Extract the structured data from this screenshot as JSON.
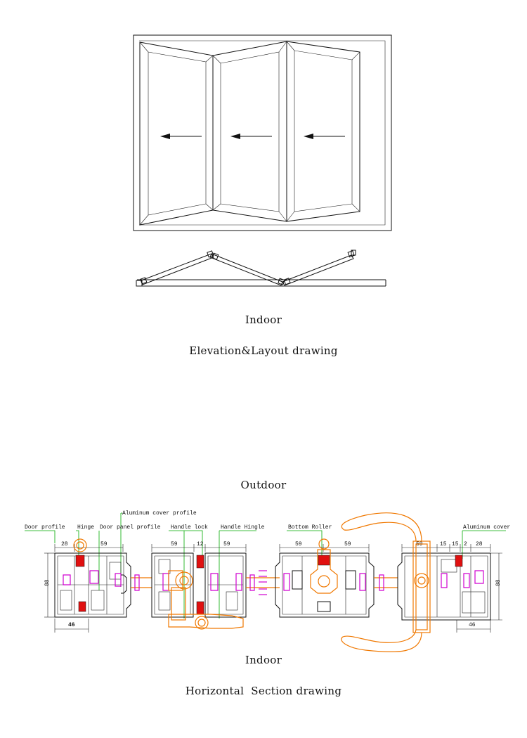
{
  "captions": {
    "indoor_top": "Indoor",
    "elevation_title": "Elevation&Layout drawing",
    "outdoor": "Outdoor",
    "indoor_bottom": "Indoor",
    "section_title": "Horizontal  Section drawing"
  },
  "callouts": {
    "aluminum_cover_profile": "Aluminum cover profile",
    "door_profile": "Door profile",
    "hinge": "Hinge",
    "door_panel_profile": "Door panel profile",
    "handle_lock": "Handle lock",
    "handle_hinge": "Handle Hingle",
    "bottom_roller": "Bottom Roller",
    "aluminum_cover": "Aluminum cover"
  },
  "dimensions": {
    "left_28": "28",
    "left_59": "59",
    "left_88": "88",
    "left_46": "46",
    "mid1_59a": "59",
    "mid1_12": "12",
    "mid1_59b": "59",
    "mid2_59a": "59",
    "mid2_59b": "59",
    "right_59": "59",
    "right_15a": "15",
    "right_15b": "15",
    "right_2": "2",
    "right_28": "28",
    "right_88": "88",
    "right_46": "46"
  },
  "colors": {
    "line": "#111111",
    "leader": "#00aa00",
    "hardware": "#f07800",
    "gasket": "#d000d0",
    "roller": "#e01010"
  }
}
